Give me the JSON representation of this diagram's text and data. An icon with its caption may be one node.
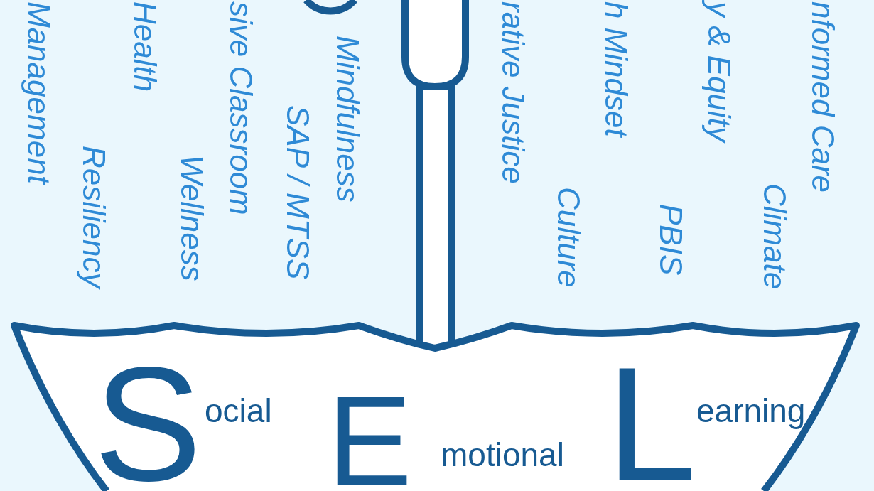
{
  "diagram": {
    "nodes": [
      {
        "text": [
          "S",
          "ocial",
          "E",
          "motional",
          "L",
          "earning"
        ]
      }
    ],
    "labels": [
      "Management",
      "Health",
      "sive Classroom",
      "Mindfulness",
      "Resiliency",
      "Wellness",
      "SAP / MTSS",
      "rative Justice",
      "h Mindset",
      "y & Equity",
      "nformed Care",
      "Culture",
      "PBIS",
      "Climate"
    ]
  }
}
